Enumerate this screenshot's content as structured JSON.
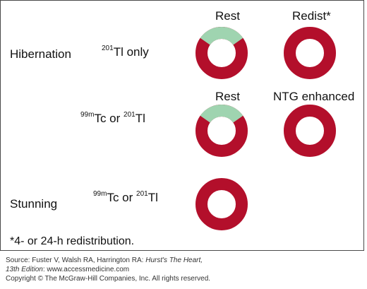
{
  "colors": {
    "ring": "#b30f2b",
    "defect": "#9fd4b0",
    "text": "#111111"
  },
  "rows": {
    "hibernation": {
      "label": "Hibernation",
      "tracer_sup": "201",
      "tracer_base": "Tl only"
    },
    "middle": {
      "tracer1_sup": "99m",
      "tracer1_base": "Tc or ",
      "tracer2_sup": "201",
      "tracer2_base": "Tl"
    },
    "stunning": {
      "label": "Stunning",
      "tracer1_sup": "99m",
      "tracer1_base": "Tc or ",
      "tracer2_sup": "201",
      "tracer2_base": "Tl"
    }
  },
  "column_headers": {
    "rest_1": "Rest",
    "redist": "Redist*",
    "rest_2": "Rest",
    "ntg": "NTG enhanced"
  },
  "rings": {
    "hib_rest": {
      "defect": true
    },
    "hib_redist": {
      "defect": false
    },
    "mid_rest": {
      "defect": true
    },
    "mid_ntg": {
      "defect": false
    },
    "stun_rest": {
      "defect": false
    }
  },
  "footnote": "*4- or 24-h redistribution.",
  "source": {
    "prefix": "Source: Fuster V, Walsh RA, Harrington RA: ",
    "book": "Hurst's The Heart,",
    "edition": "13th Edition",
    "site": ": www.accessmedicine.com",
    "copyright": "Copyright © The McGraw-Hill Companies, Inc. All rights reserved."
  }
}
